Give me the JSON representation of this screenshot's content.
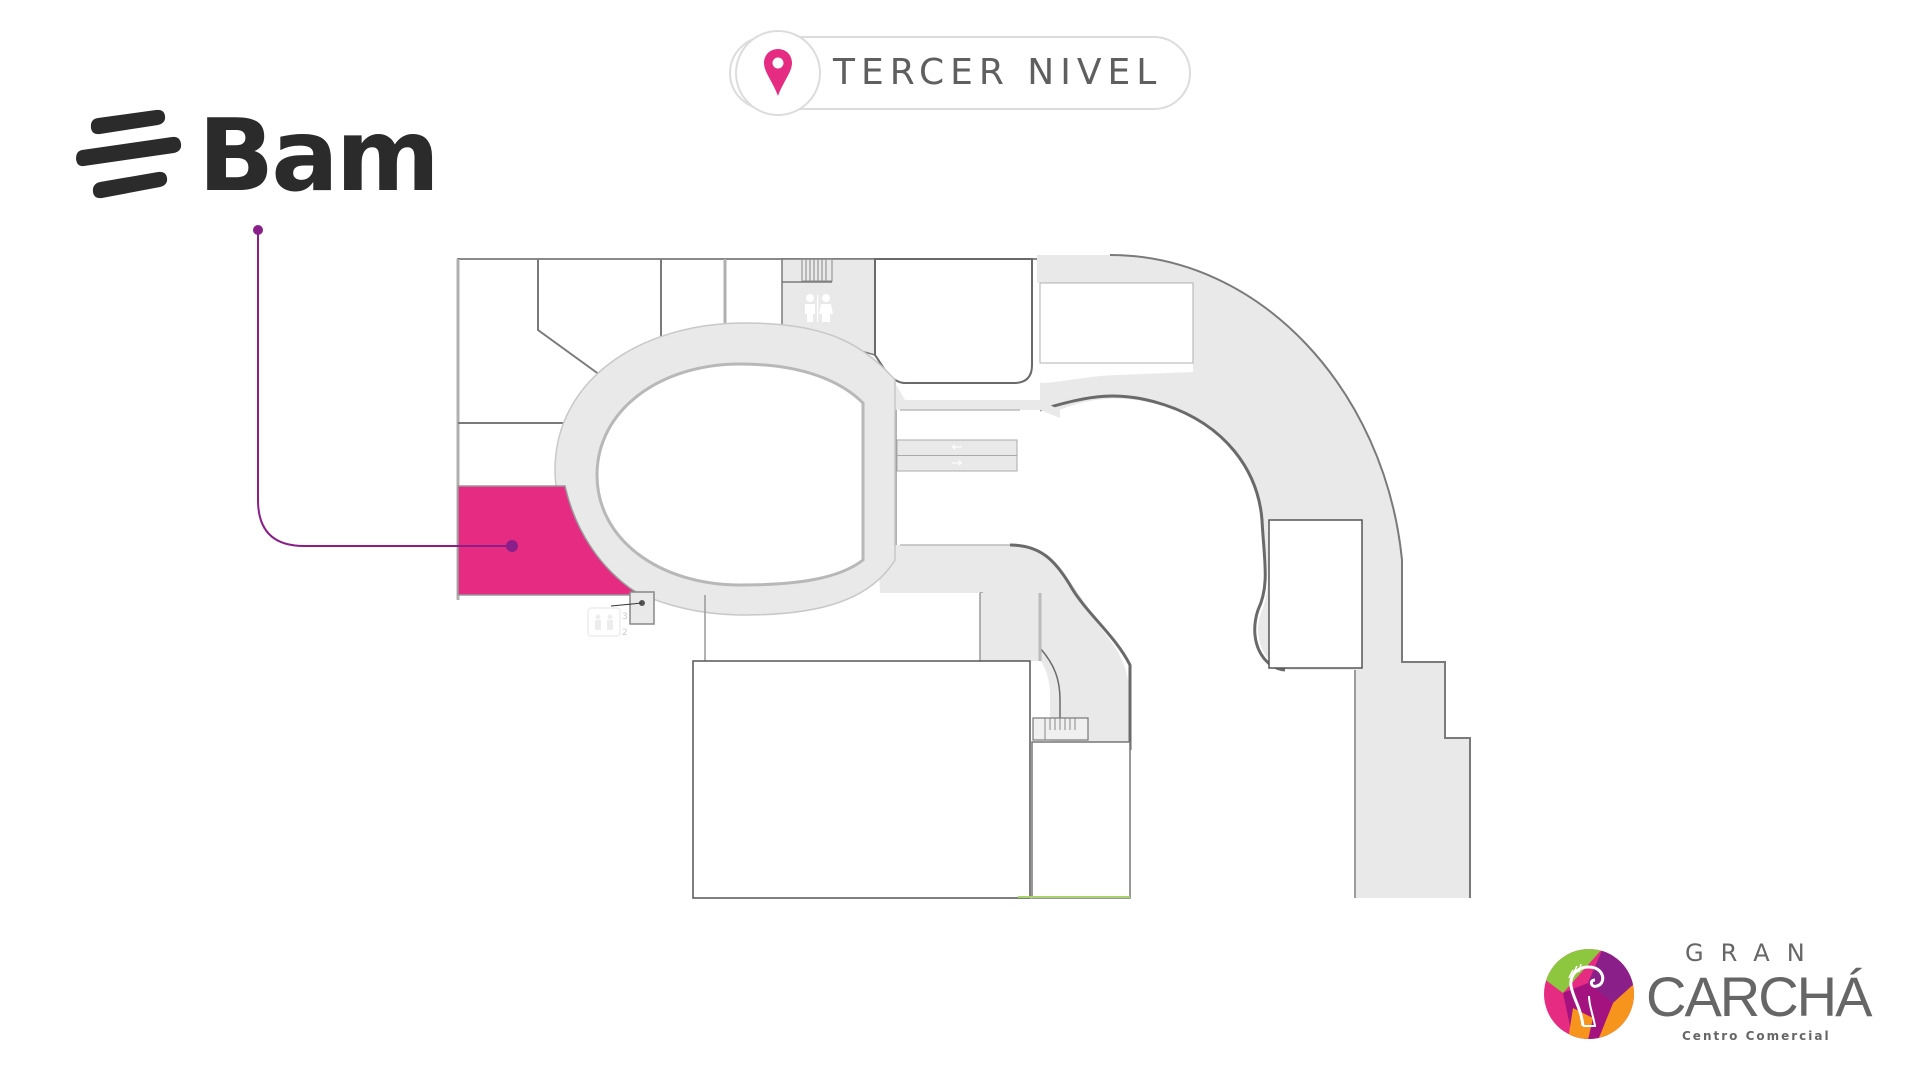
{
  "header": {
    "level_label": "TERCER NIVEL",
    "icon": "map-pin-icon"
  },
  "store": {
    "brand": "Bam",
    "icon": "bam-stripes-icon"
  },
  "map": {
    "escalator_up_arrow": "←",
    "escalator_down_arrow": "→",
    "elevator_floor_up": "3",
    "elevator_floor_down": "2",
    "icons": [
      "restroom-icon",
      "elevator-icon",
      "escalator-icon",
      "stairs-icon"
    ]
  },
  "mall": {
    "name_top": "GRAN",
    "name_main": "CARCHÁ",
    "subtitle": "Centro Comercial"
  },
  "colors": {
    "highlight": "#e62b83",
    "connector": "#8b1f8a",
    "corridor": "#e9e9e9",
    "wall": "#7a7a7a",
    "text": "#5f5f5f",
    "brand_dark": "#2b2b2b"
  }
}
